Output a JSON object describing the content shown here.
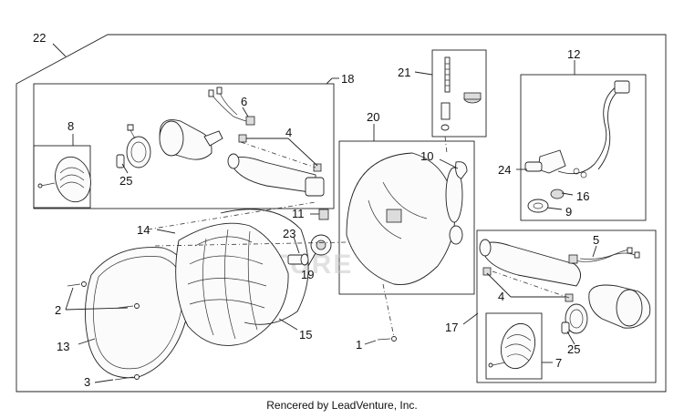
{
  "diagram": {
    "callouts": [
      "22",
      "18",
      "21",
      "12",
      "6",
      "8",
      "4",
      "25",
      "20",
      "10",
      "24",
      "16",
      "9",
      "11",
      "14",
      "23",
      "19",
      "2",
      "13",
      "15",
      "3",
      "1",
      "5",
      "4",
      "17",
      "25",
      "7"
    ],
    "watermark": "VENTURE"
  },
  "footer": {
    "credit": "Rencered by LeadVenture, Inc."
  }
}
